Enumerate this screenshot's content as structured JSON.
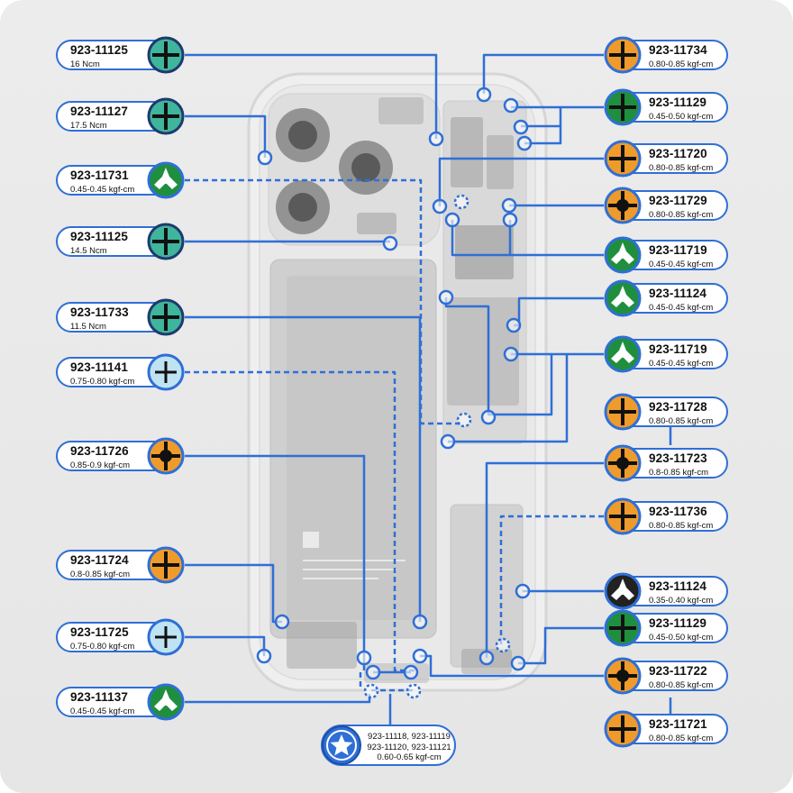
{
  "callouts_left": [
    {
      "part": "923-11125",
      "torque": "16 Ncm",
      "bit": "phillips",
      "color": "#3fb59c"
    },
    {
      "part": "923-11127",
      "torque": "17.5 Ncm",
      "bit": "phillips",
      "color": "#3fb59c"
    },
    {
      "part": "923-11731",
      "torque": "0.45-0.45 kgf-cm",
      "bit": "tri-point",
      "color": "#1f8f3f"
    },
    {
      "part": "923-11125",
      "torque": "14.5 Ncm",
      "bit": "phillips",
      "color": "#3fb59c"
    },
    {
      "part": "923-11733",
      "torque": "11.5 Ncm",
      "bit": "phillips",
      "color": "#3fb59c"
    },
    {
      "part": "923-11141",
      "torque": "0.75-0.80 kgf-cm",
      "bit": "phillips",
      "color": "#bfe3f3"
    },
    {
      "part": "923-11726",
      "torque": "0.85-0.9 kgf-cm",
      "bit": "standoff",
      "color": "#ef9b2b"
    },
    {
      "part": "923-11724",
      "torque": "0.8-0.85 kgf-cm",
      "bit": "phillips",
      "color": "#ef9b2b"
    },
    {
      "part": "923-11725",
      "torque": "0.75-0.80 kgf-cm",
      "bit": "phillips",
      "color": "#bfe3f3"
    },
    {
      "part": "923-11137",
      "torque": "0.45-0.45 kgf-cm",
      "bit": "tri-point",
      "color": "#1f8f3f"
    }
  ],
  "callouts_right": [
    {
      "part": "923-11734",
      "torque": "0.80-0.85 kgf-cm",
      "bit": "phillips",
      "color": "#ef9b2b"
    },
    {
      "part": "923-11129",
      "torque": "0.45-0.50 kgf-cm",
      "bit": "phillips",
      "color": "#1f8f3f"
    },
    {
      "part": "923-11720",
      "torque": "0.80-0.85 kgf-cm",
      "bit": "phillips",
      "color": "#ef9b2b"
    },
    {
      "part": "923-11729",
      "torque": "0.80-0.85 kgf-cm",
      "bit": "standoff",
      "color": "#ef9b2b"
    },
    {
      "part": "923-11719",
      "torque": "0.45-0.45 kgf-cm",
      "bit": "tri-point",
      "color": "#1f8f3f"
    },
    {
      "part": "923-11124",
      "torque": "0.45-0.45 kgf-cm",
      "bit": "tri-point",
      "color": "#1f8f3f"
    },
    {
      "part": "923-11719",
      "torque": "0.45-0.45 kgf-cm",
      "bit": "tri-point",
      "color": "#1f8f3f"
    },
    {
      "part": "923-11728",
      "torque": "0.80-0.85 kgf-cm",
      "bit": "phillips",
      "color": "#ef9b2b"
    },
    {
      "part": "923-11723",
      "torque": "0.8-0.85 kgf-cm",
      "bit": "standoff",
      "color": "#ef9b2b"
    },
    {
      "part": "923-11736",
      "torque": "0.80-0.85 kgf-cm",
      "bit": "phillips",
      "color": "#ef9b2b"
    },
    {
      "part": "923-11124",
      "torque": "0.35-0.40 kgf-cm",
      "bit": "tri-point",
      "color": "#222222"
    },
    {
      "part": "923-11129",
      "torque": "0.45-0.50 kgf-cm",
      "bit": "phillips",
      "color": "#1f8f3f"
    },
    {
      "part": "923-11722",
      "torque": "0.80-0.85 kgf-cm",
      "bit": "standoff",
      "color": "#ef9b2b"
    },
    {
      "part": "923-11721",
      "torque": "0.80-0.85  kgf-cm",
      "bit": "phillips",
      "color": "#ef9b2b"
    }
  ],
  "bottom_callout": {
    "line1": "923-11118, 923-11119",
    "line2": "923-11120, 923-11121",
    "torque": "0.60-0.65 kgf-cm",
    "bit": "pentalobe",
    "color": "#2f6fd6"
  },
  "colors": {
    "line": "#2f6fd6",
    "card": "#e8e8e8"
  }
}
